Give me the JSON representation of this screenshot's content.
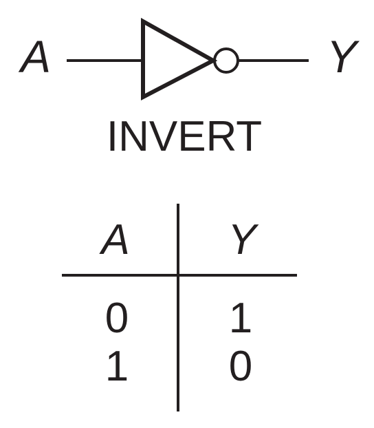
{
  "gate": {
    "input_label": "A",
    "output_label": "Y",
    "name": "INVERT",
    "symbol_icon": "not-gate-icon"
  },
  "truth_table": {
    "headers": [
      "A",
      "Y"
    ],
    "rows": [
      [
        "0",
        "1"
      ],
      [
        "1",
        "0"
      ]
    ]
  },
  "colors": {
    "ink": "#231f20",
    "background": "#ffffff"
  }
}
